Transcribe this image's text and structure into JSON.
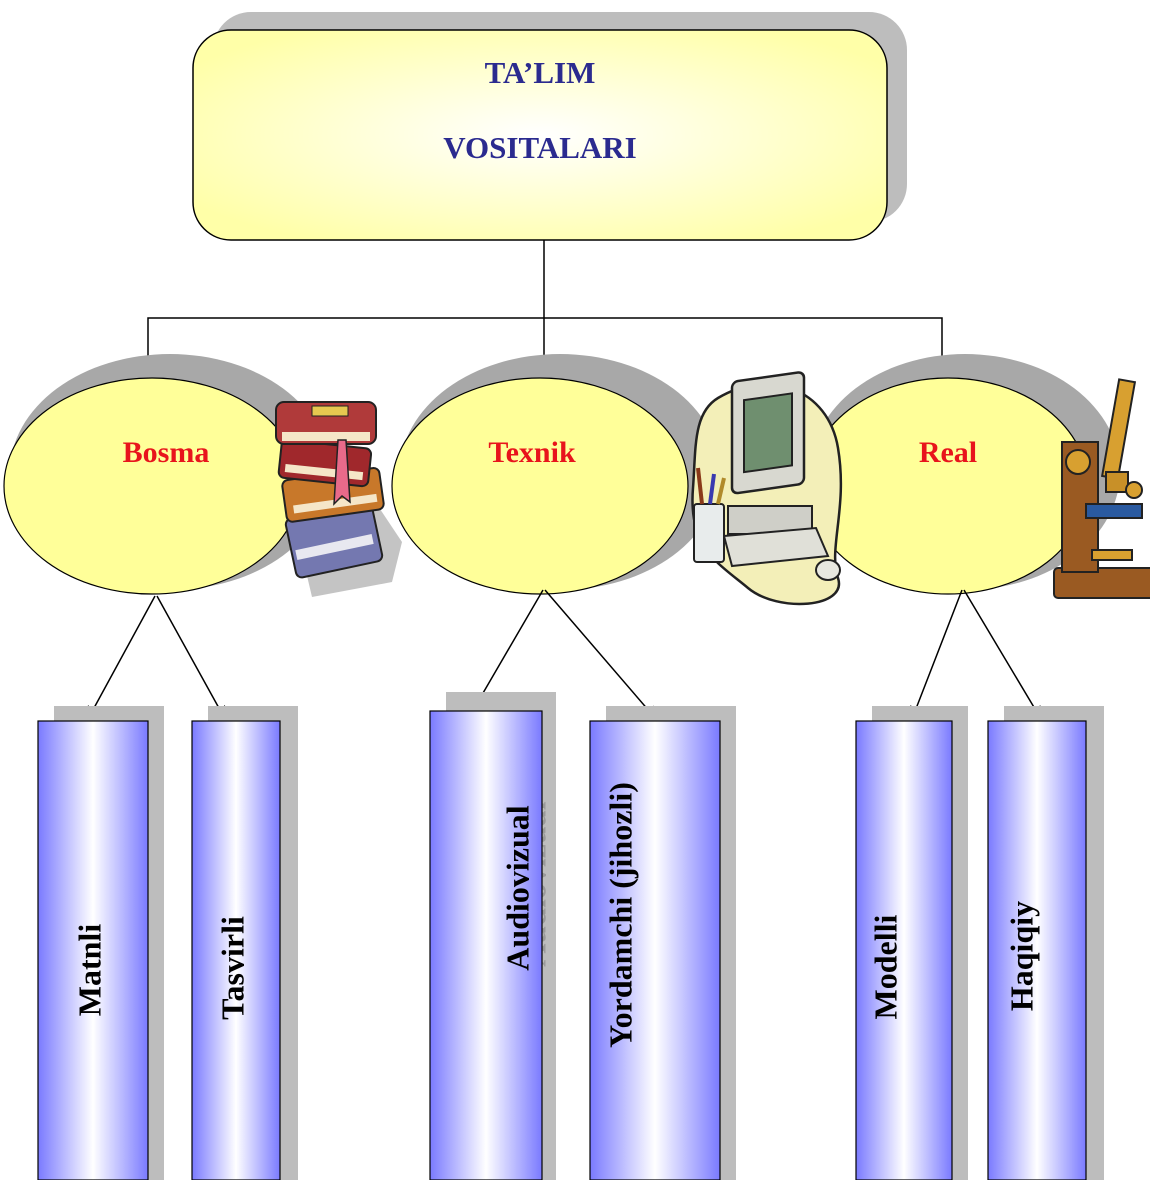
{
  "root": {
    "line1": "TA’LIM",
    "line2": "VOSITALARI"
  },
  "categories": [
    {
      "id": "bosma",
      "label": "Bosma",
      "icon": "books-icon"
    },
    {
      "id": "texnik",
      "label": "Texnik",
      "icon": "computer-icon"
    },
    {
      "id": "real",
      "label": "Real",
      "icon": "microscope-icon"
    }
  ],
  "leaves": {
    "matnli": "Matnli",
    "tasvirli": "Tasvirli",
    "audiovizual": "Audiovizual",
    "yordamchi": "Yordamchi (jihozli)",
    "modelli": "Modelli",
    "haqiqiy": "Haqiqiy"
  },
  "colors": {
    "root_fill": "#ffffc0",
    "ellipse_fill": "#ffff99",
    "root_text": "#2b2b8f",
    "category_text": "#e8141c",
    "bar_edge": "#8080ff",
    "bar_center": "#ffffff",
    "shadow": "#9a9a9a"
  }
}
